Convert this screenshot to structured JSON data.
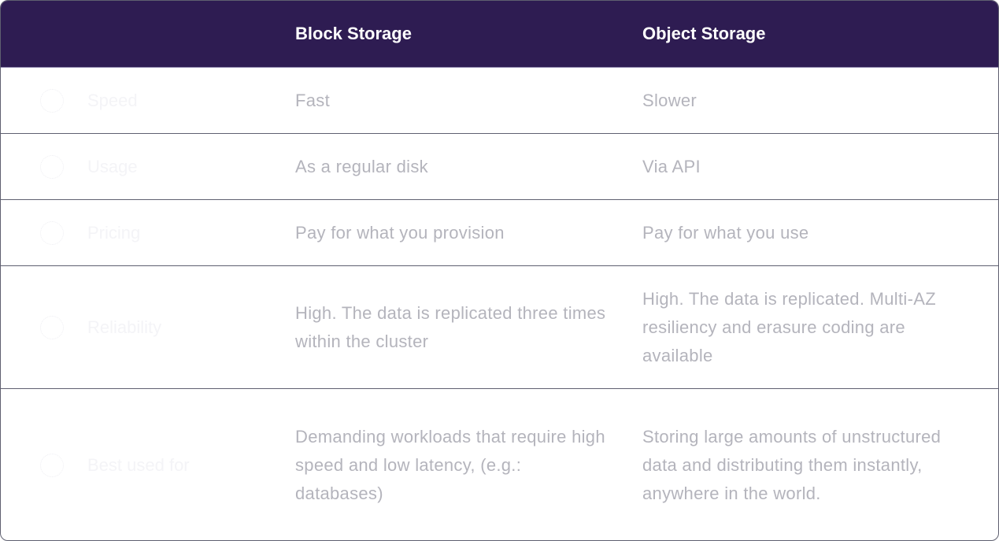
{
  "header": {
    "col1": "Block Storage",
    "col2": "Object Storage"
  },
  "rows": [
    {
      "icon": "lightning-icon",
      "label": "Speed",
      "block": "Fast",
      "object": "Slower"
    },
    {
      "icon": "cursor-icon",
      "label": "Usage",
      "block": "As a regular disk",
      "object": "Via API"
    },
    {
      "icon": "coin-icon",
      "label": "Pricing",
      "block": "Pay for what you provision",
      "object": "Pay for what you use"
    },
    {
      "icon": "thumbs-up-icon",
      "label": "Reliability",
      "block": "High. The data is replicated three times within the cluster",
      "object": "High. The data is replicated. Multi-AZ resiliency and erasure coding are available"
    },
    {
      "icon": "target-icon",
      "label": "Best used for",
      "block": "Demanding workloads that require high speed and low latency, (e.g.: databases)",
      "object": "Storing large amounts of unstructured data and distributing them instantly, anywhere in the world."
    }
  ]
}
